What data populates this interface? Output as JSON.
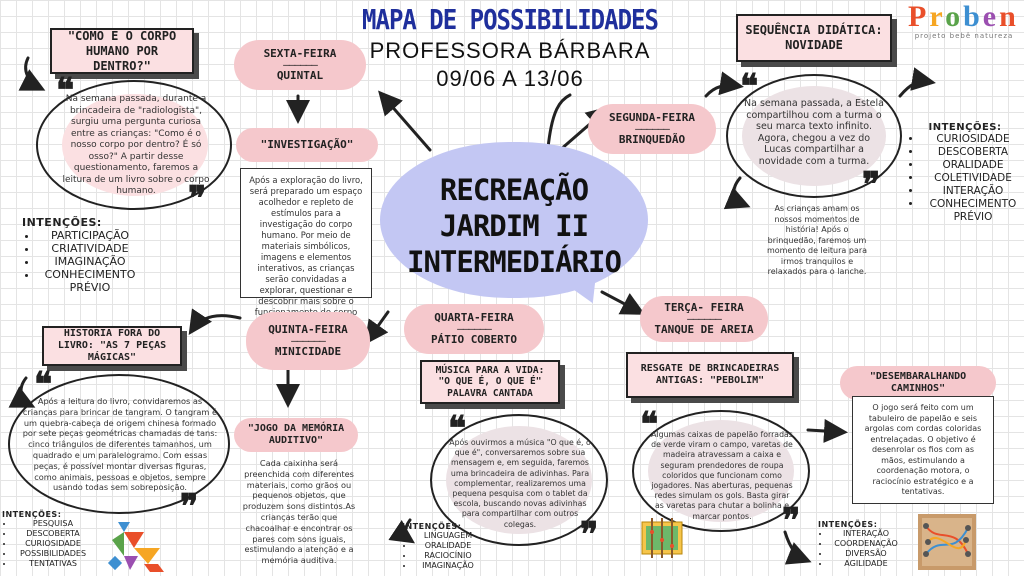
{
  "header": {
    "title": "MAPA DE POSSIBILIDADES",
    "teacher": "PROFESSORA BÁRBARA",
    "dates": "09/06 A 13/06"
  },
  "logo": {
    "letters": [
      "P",
      "r",
      "o",
      "b",
      "e",
      "n"
    ],
    "tagline": "projeto bebê natureza"
  },
  "center": {
    "line1": "RECREAÇÃO",
    "line2": "JARDIM II",
    "line3": "INTERMEDIÁRIO",
    "color": "#c3c7f3"
  },
  "colors": {
    "pill": "#f5c8cc",
    "bubble": "#fbe0e2",
    "title": "#1f2f9c"
  },
  "days": {
    "sexta": {
      "day": "SEXTA-FEIRA",
      "place": "QUINTAL"
    },
    "segunda": {
      "day": "SEGUNDA-FEIRA",
      "place": "BRINQUEDÃO"
    },
    "terca": {
      "day": "TERÇA- FEIRA",
      "place": "TANQUE DE AREIA"
    },
    "quarta": {
      "day": "QUARTA-FEIRA",
      "place": "PÁTIO COBERTO"
    },
    "quinta": {
      "day": "QUINTA-FEIRA",
      "place": "MINICIDADE"
    }
  },
  "separator": "——————",
  "sexta": {
    "question": "\"COMO É O CORPO HUMANO POR DENTRO?\"",
    "bubble": "Na semana passada, durante a brincadeira de \"radiologista\", surgiu uma pergunta curiosa entre as crianças: \"Como é o nosso corpo por dentro? É só osso?\" A partir desse questionamento, faremos a leitura de um livro sobre o corpo humano.",
    "activity": "\"INVESTIGAÇÃO\"",
    "description": "Após a exploração do livro, será preparado um espaço acolhedor e repleto de estímulos para a investigação do corpo humano. Por meio de materiais simbólicos, imagens e elementos interativos, as crianças serão convidadas a explorar, questionar e descobrir mais sobre o funcionamento do corpo humano.",
    "intentions_title": "INTENÇÕES:",
    "intentions": [
      "PARTICIPAÇÃO",
      "CRIATIVIDADE",
      "IMAGINAÇÃO",
      "CONHECIMENTO PRÉVIO"
    ]
  },
  "segunda": {
    "title": "SEQUÊNCIA DIDÁTICA: NOVIDADE",
    "bubble": "Na semana passada, a Estela compartilhou com a turma o seu marca texto infinito. Agora, chegou a vez do Lucas compartilhar a novidade com a turma.",
    "note": "As crianças amam os nossos momentos de história! Após o brinquedão, faremos um momento de leitura para irmos tranquilos e relaxados para o lanche.",
    "intentions_title": "INTENÇÕES:",
    "intentions": [
      "CURIOSIDADE",
      "DESCOBERTA",
      "ORALIDADE",
      "COLETIVIDADE",
      "INTERAÇÃO",
      "CONHECIMENTO PRÉVIO"
    ]
  },
  "quinta": {
    "title": "HISTÓRIA FORA DO LIVRO: \"AS 7 PEÇAS MÁGICAS\"",
    "bubble": "Após a leitura do livro, convidaremos as crianças para brincar de tangram. O tangram é um quebra-cabeça de origem chinesa formado por sete peças geométricas chamadas de tans: cinco triângulos de diferentes tamanhos, um quadrado e um paralelogramo. Com essas peças, é possível montar diversas figuras, como animais, pessoas e objetos, sempre usando todas sem sobreposição.",
    "intentions_title": "INTENÇÕES:",
    "intentions": [
      "PESQUISA",
      "DESCOBERTA",
      "CURIOSIDADE",
      "POSSIBILIDADES",
      "TENTATIVAS"
    ],
    "activity": "\"JOGO DA MEMÓRIA AUDITIVO\"",
    "description": "Cada caixinha será preenchida com diferentes materiais, como grãos ou pequenos objetos, que produzem sons distintos.As crianças terão que chacoalhar e encontrar os pares com sons iguais, estimulando a atenção e a memória auditiva."
  },
  "quarta": {
    "title": "MÚSICA PARA A VIDA: \"O QUE É, O QUE É\" PALAVRA CANTADA",
    "bubble": "Após ouvirmos a música \"O que é, o que é\", conversaremos sobre sua mensagem e, em seguida, faremos uma brincadeira de adivinhas. Para complementar, realizaremos uma pequena pesquisa com o tablet da escola, buscando novas adivinhas para compartilhar com outros colegas.",
    "intentions_title": "INTENÇÕES:",
    "intentions": [
      "LINGUAGEM",
      "ORALIDADE",
      "RACIOCÍNIO",
      "IMAGINAÇÃO"
    ]
  },
  "terca": {
    "title": "RESGATE DE BRINCADEIRAS ANTIGAS: \"PEBOLIM\"",
    "bubble": "Algumas caixas de papelão forradas de verde viram o campo, varetas de madeira atravessam a caixa e seguram prendedores de roupa coloridos que funcionam como jogadores. Nas aberturas, pequenas redes simulam os gols. Basta girar as varetas para chutar a bolinha e marcar pontos.",
    "activity": "\"DESEMBARALHANDO CAMINHOS\"",
    "description": "O jogo será feito com um tabuleiro de papelão e seis argolas com cordas coloridas entrelaçadas. O objetivo é desenrolar os fios com as mãos, estimulando a coordenação motora, o raciocínio estratégico e a tentativas.",
    "intentions_title": "INTENÇÕES:",
    "intentions": [
      "INTERAÇÃO",
      "COORDENAÇÃO",
      "DIVERSÃO",
      "AGILIDADE"
    ]
  },
  "quotes": {
    "open": "❝",
    "close": "❞"
  }
}
